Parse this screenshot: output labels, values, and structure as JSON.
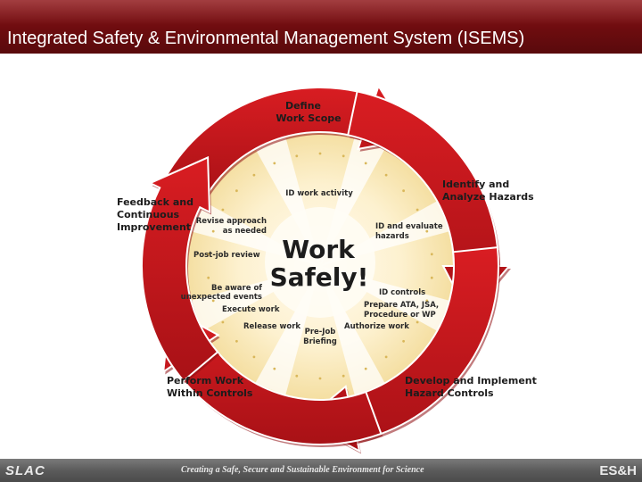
{
  "header": {
    "title": "Integrated Safety & Environmental Management System (ISEMS)"
  },
  "diagram": {
    "center": {
      "line1": "Work",
      "line2": "Safely!"
    },
    "outer_steps": [
      {
        "line1": "Define",
        "line2": "Work Scope"
      },
      {
        "line1": "Identify and",
        "line2": "Analyze Hazards"
      },
      {
        "line1": "Develop and Implement",
        "line2": "Hazard Controls"
      },
      {
        "line1": "Perform Work",
        "line2": "Within Controls"
      },
      {
        "line1": "Feedback and",
        "line2": "Continuous",
        "line3": "Improvement"
      }
    ],
    "inner_steps": [
      {
        "line1": "ID work activity"
      },
      {
        "line1": "ID and evaluate",
        "line2": "hazards"
      },
      {
        "line1": "ID controls"
      },
      {
        "line1": "Prepare ATA, JSA,",
        "line2": "Procedure or WP"
      },
      {
        "line1": "Authorize work"
      },
      {
        "line1": "Pre-Job",
        "line2": "Briefing"
      },
      {
        "line1": "Release work"
      },
      {
        "line1": "Execute work"
      },
      {
        "line1": "Be aware of",
        "line2": "unexpected events"
      },
      {
        "line1": "Post-job review"
      },
      {
        "line1": "Revise approach",
        "line2": "as needed"
      }
    ],
    "colors": {
      "arrow": "#c8161c",
      "arrow_dark": "#8f0e12",
      "disc": "#fbeec5",
      "ray": "#ffffff"
    }
  },
  "footer": {
    "left_logo": "SLAC",
    "tagline": "Creating a Safe, Secure and Sustainable Environment for Science",
    "right_logo": "ES&H"
  }
}
